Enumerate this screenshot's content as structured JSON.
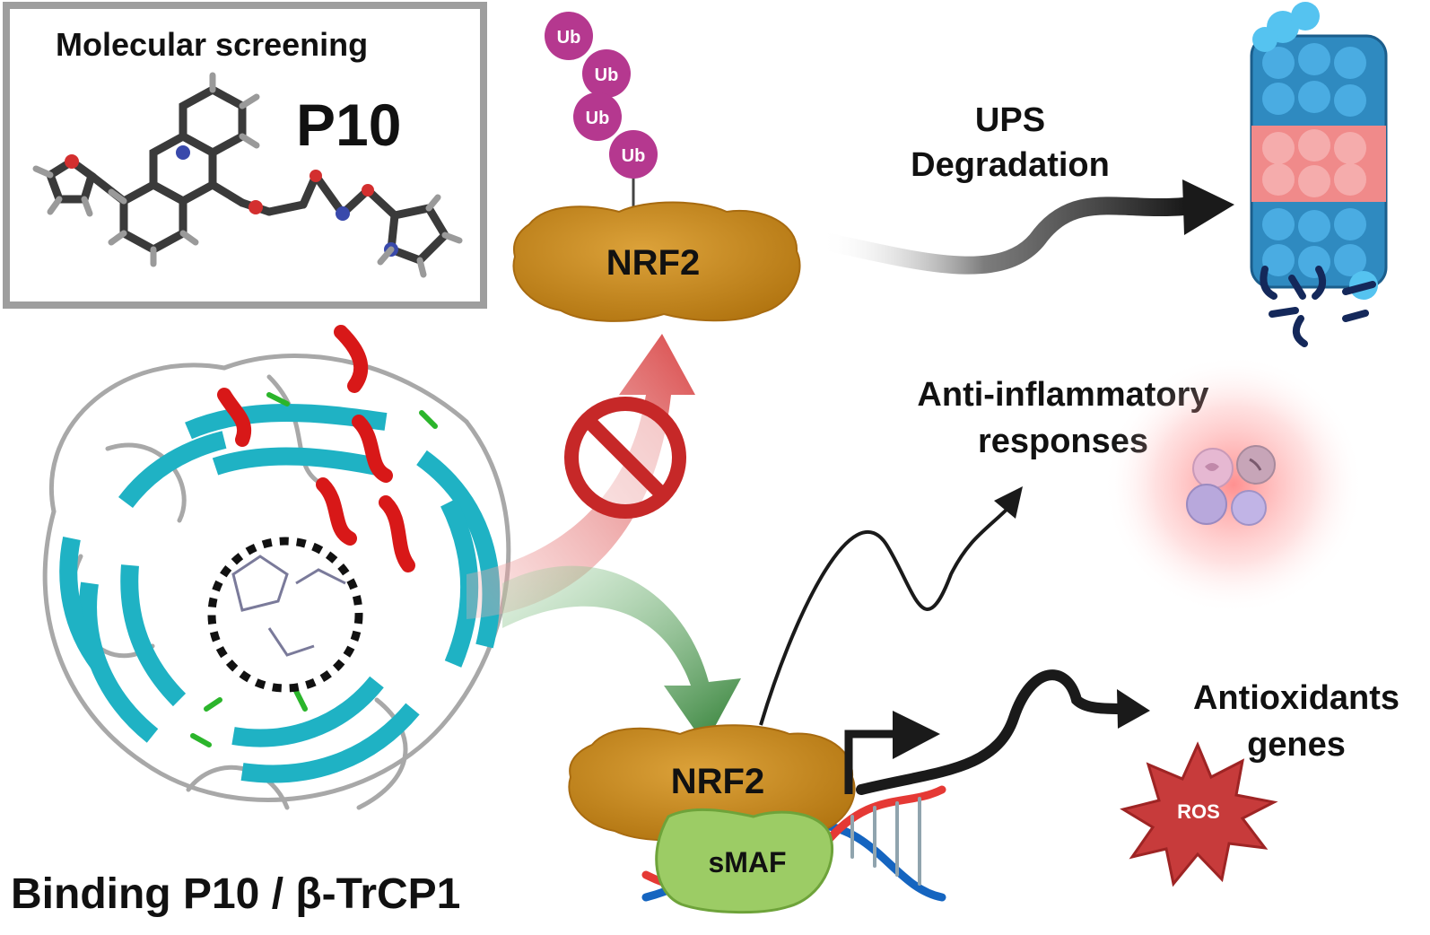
{
  "screening_box": {
    "title": "Molecular screening",
    "compound": "P10"
  },
  "ubiquitin": [
    "Ub",
    "Ub",
    "Ub",
    "Ub"
  ],
  "nrf2_top": "NRF2",
  "ups_label": {
    "line1": "UPS",
    "line2": "Degradation"
  },
  "anti_inflammatory": {
    "line1": "Anti-inflammatory",
    "line2": "responses"
  },
  "nrf2_bottom": "NRF2",
  "smaf": "sMAF",
  "antioxidants": {
    "line1": "Antioxidants",
    "line2": "genes"
  },
  "ros": "ROS",
  "binding_caption": "Binding P10 / β-TrCP1",
  "colors": {
    "nrf2": "#c8861a",
    "nrf2_dark": "#9e6510",
    "ub": "#b5388f",
    "smaf": "#9ccc65",
    "inhibit_red": "#c62828",
    "activate_green": "#2e7d32",
    "helix_red": "#d81818",
    "strand_cyan": "#1fb2c4",
    "proteasome_blue": "#2f8ac0",
    "proteasome_pink": "#f08a8a",
    "ros": "#c73b3b"
  },
  "icons": [
    "prohibition-icon",
    "proteasome-icon",
    "immune-cells-icon",
    "dna-helix-icon",
    "molecule-icon",
    "protein-structure-icon"
  ]
}
